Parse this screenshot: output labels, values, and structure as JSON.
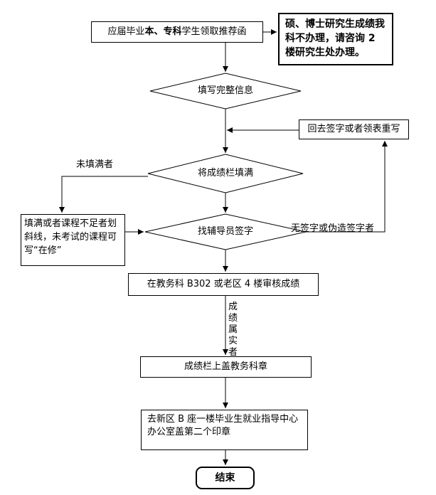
{
  "flowchart": {
    "start": {
      "text_prefix": "应届毕业",
      "text_bold": "本、专科",
      "text_suffix": "学生领取推荐函"
    },
    "grad_note": "硕、博士研究生成绩我科不办理，请咨询 2 楼研究生处办理。",
    "step_fill_info": "填写完整信息",
    "return_box": "回去签字或者领表重写",
    "step_fill_grades": "将成绩栏填满",
    "label_unfilled": "未填满者",
    "fill_instruction": "填满或者课程不足者划斜线，未考试的课程可写“在修”",
    "step_counselor": "找辅导员签字",
    "label_no_signature": "无签字或伪造签字者",
    "step_verify": "在教务科 B302 或老区 4 楼审核成绩",
    "label_confirmed": "成绩属实者",
    "step_stamp": "成绩栏上盖教务科章",
    "step_final_stamp": "去新区 B 座一楼毕业生就业指导中心办公室盖第二个印章",
    "end": "结束"
  }
}
